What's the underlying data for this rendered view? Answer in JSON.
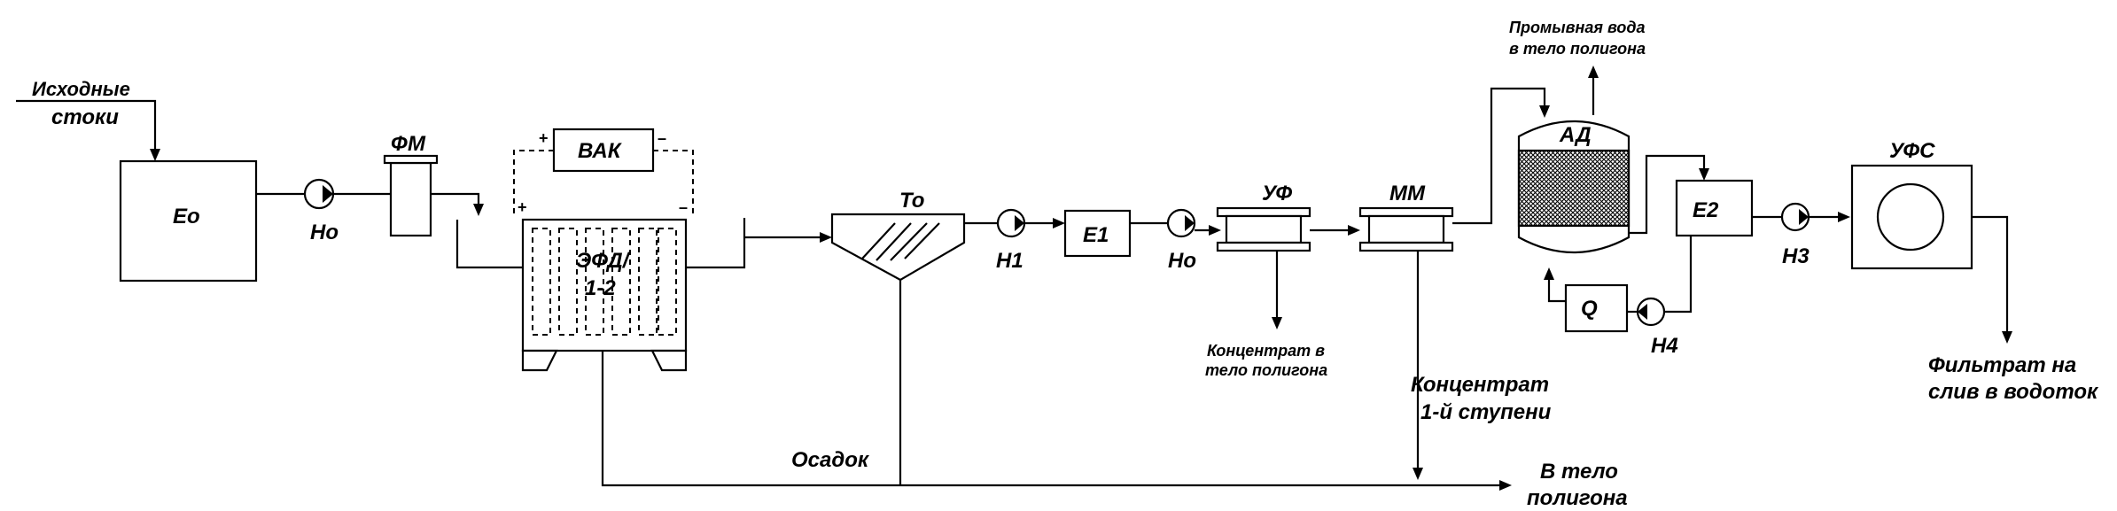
{
  "labels": {
    "source_line1": "Исходные",
    "source_line2": "стоки",
    "eo": "Ео",
    "no1": "Но",
    "fm": "ФМ",
    "vak": "ВАК",
    "efd_line1": "ЭФД/",
    "efd_line2": "1-2",
    "to": "То",
    "n1": "Н1",
    "e1": "Е1",
    "no2": "Но",
    "uf": "УФ",
    "mm": "ММ",
    "ad": "АД",
    "e2": "Е2",
    "q": "Q",
    "n4": "Н4",
    "n3": "Н3",
    "ufs": "УФС",
    "concentrate_uf_line1": "Концентрат в",
    "concentrate_uf_line2": "тело полигона",
    "concentrate_mm_line1": "Концентрат",
    "concentrate_mm_line2": "1-й ступени",
    "wash_line1": "Промывная вода",
    "wash_line2": "в тело полигона",
    "filtrate_line1": "Фильтрат на",
    "filtrate_line2": "слив в водоток",
    "sediment": "Осадок",
    "landfill_line1": "В тело",
    "landfill_line2": "полигона",
    "plus_vak": "+",
    "minus_vak": "–",
    "plus_efd": "+",
    "minus_efd": "–"
  }
}
